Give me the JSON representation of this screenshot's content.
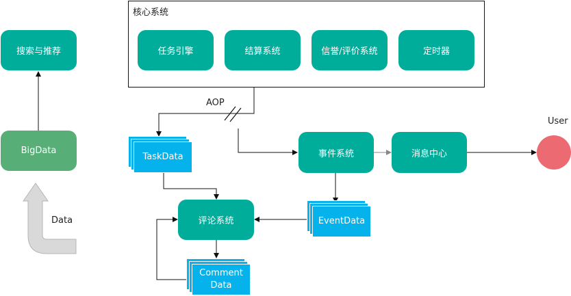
{
  "core_system": {
    "title": "核心系统",
    "modules": [
      "任务引擎",
      "结算系统",
      "信誉/评价系统",
      "定时器"
    ]
  },
  "nodes": {
    "search_recommend": "搜索与推荐",
    "bigdata": "BigData",
    "event_system": "事件系统",
    "message_center": "消息中心",
    "comment_system": "评论系统"
  },
  "data_stores": {
    "task_data": "TaskData",
    "event_data": "EventData",
    "comment_data_line1": "Comment",
    "comment_data_line2": "Data"
  },
  "labels": {
    "aop": "AOP",
    "user": "User",
    "data": "Data"
  },
  "colors": {
    "teal": "#00ad9a",
    "green": "#57af77",
    "blue": "#06b2ec",
    "user_circle": "#ec6b73",
    "arrow_gray": "#d6d6d6"
  }
}
